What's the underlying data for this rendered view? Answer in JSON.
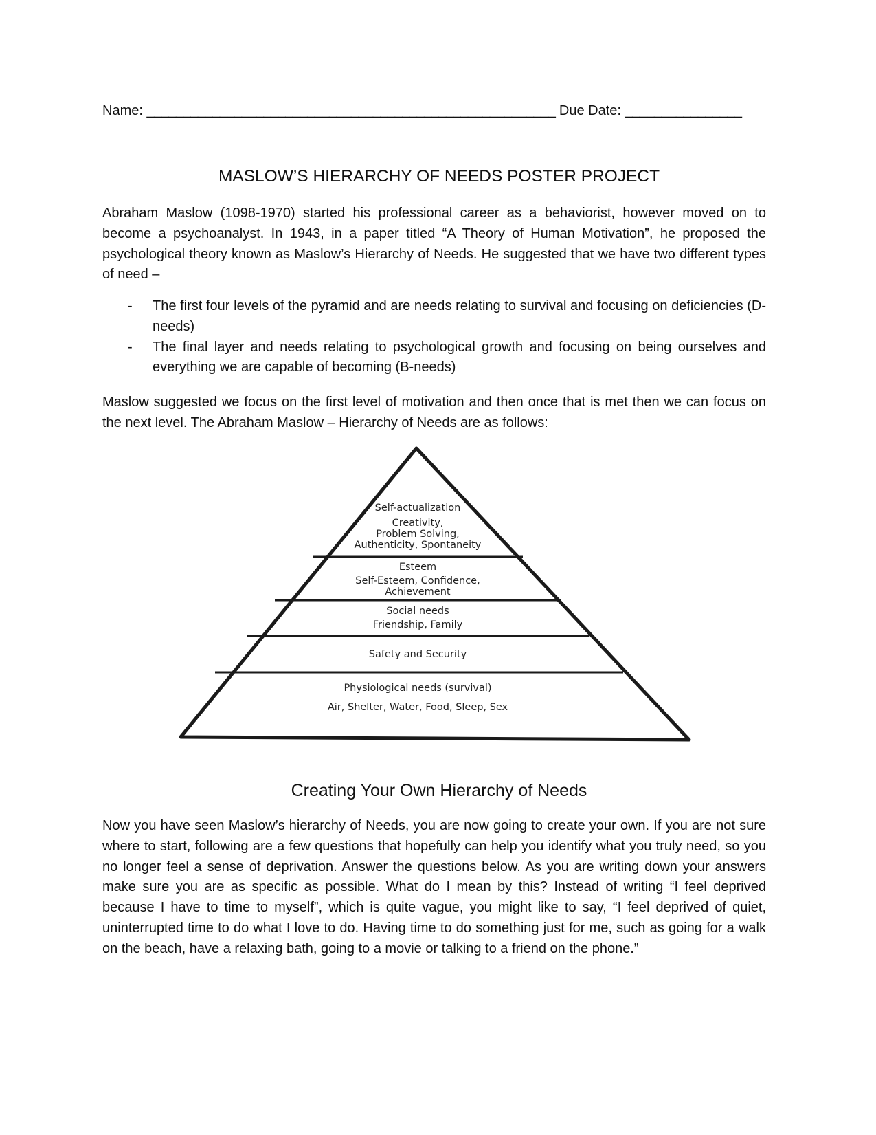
{
  "header": {
    "name_label": "Name:",
    "name_blank": "________________________________________________________",
    "due_label": "Due Date:",
    "due_blank": "________________"
  },
  "title": "MASLOW’S HIERARCHY OF NEEDS POSTER PROJECT",
  "intro": "Abraham Maslow (1098-1970) started his professional career as a behaviorist, however moved on to become a psychoanalyst. In 1943, in a paper titled “A Theory of Human Motivation”, he proposed the psychological theory known as Maslow’s Hierarchy of Needs. He suggested that we have two different types of need –",
  "bullets": [
    {
      "dash": "-",
      "text": "The first four levels of the pyramid and are needs relating to survival and focusing on deficiencies (D-needs)"
    },
    {
      "dash": "-",
      "text": "The final layer and needs relating to psychological growth and focusing on being ourselves and everything we are capable of becoming (B-needs)"
    }
  ],
  "follow_up": "Maslow suggested we focus on the first level of motivation and then once that is met then we can focus on the next level. The Abraham Maslow – Hierarchy of Needs are as follows:",
  "pyramid": {
    "levels": [
      {
        "title": "Self-actualization",
        "lines": [
          "Creativity,",
          "Problem Solving,",
          "Authenticity, Spontaneity"
        ]
      },
      {
        "title": "Esteem",
        "lines": [
          "Self-Esteem, Confidence,",
          "Achievement"
        ]
      },
      {
        "title": "Social needs",
        "lines": [
          "Friendship, Family"
        ]
      },
      {
        "title": "Safety and Security",
        "lines": []
      },
      {
        "title": "Physiological needs (survival)",
        "lines": [
          "Air, Shelter, Water, Food, Sleep, Sex"
        ]
      }
    ]
  },
  "subtitle": "Creating Your Own Hierarchy of Needs",
  "instructions": "Now you have seen Maslow’s hierarchy of Needs, you are now going to create your own. If you are not sure where to start, following are a few questions that hopefully can help you identify what you truly need, so you no longer feel a sense of deprivation. Answer the questions below. As you are writing down your answers make sure you are as specific as possible. What do I mean by this? Instead of writing “I feel deprived because I have to time to myself”, which is quite vague, you might like to say, “I feel deprived of quiet, uninterrupted time to do what I love to do. Having time to do something just for me, such as going for a walk on the beach, have a relaxing bath, going to a movie or talking to a friend on the phone.”"
}
